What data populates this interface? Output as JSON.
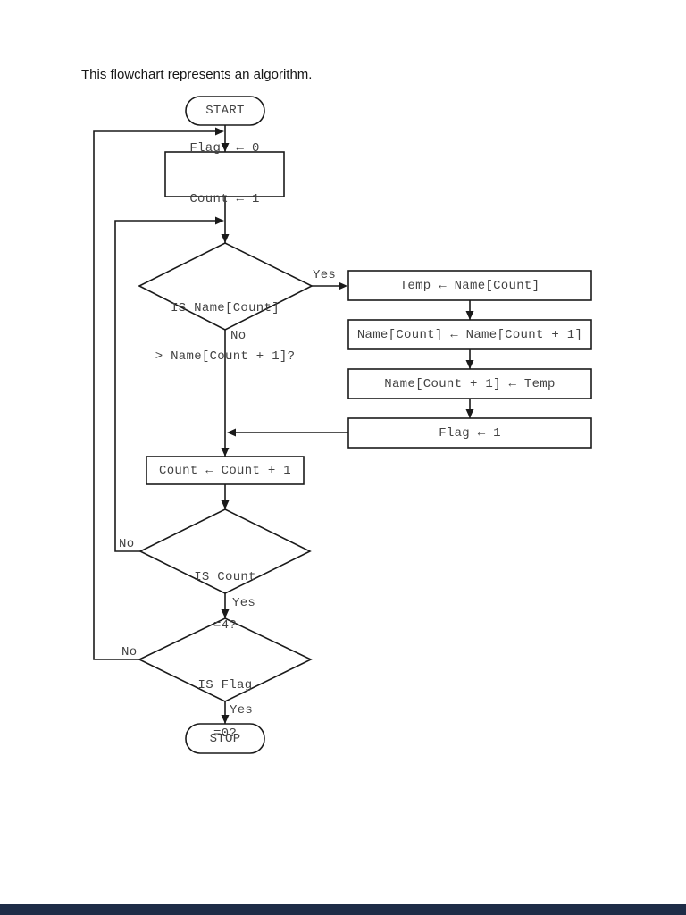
{
  "title": {
    "intro_text": "This flowchart represents an algorithm."
  },
  "flowchart": {
    "start_label": "START",
    "init": {
      "line1": "Flag  ← 0",
      "line2": "Count ← 1"
    },
    "compare": {
      "line1": "IS Name[Count]",
      "line2": "> Name[Count + 1]?"
    },
    "assign_temp": "Temp ← Name[Count]",
    "assign_name_count": "Name[Count] ← Name[Count + 1]",
    "assign_name_count_plus1": "Name[Count + 1] ← Temp",
    "assign_flag": "Flag ← 1",
    "increment_count": "Count ← Count + 1",
    "count_check": {
      "line1": "IS Count",
      "line2": "=4?"
    },
    "flag_check": {
      "line1": "IS Flag",
      "line2": "=0?"
    },
    "stop_label": "STOP",
    "edge_labels": {
      "compare_yes": "Yes",
      "compare_no": "No",
      "count_no": "No",
      "count_yes": "Yes",
      "flag_no": "No",
      "flag_yes": "Yes"
    }
  },
  "colors": {
    "ink": "#1a1a1a",
    "text": "#424242",
    "background": "#ffffff",
    "footer_bar": "#1e2c47"
  }
}
